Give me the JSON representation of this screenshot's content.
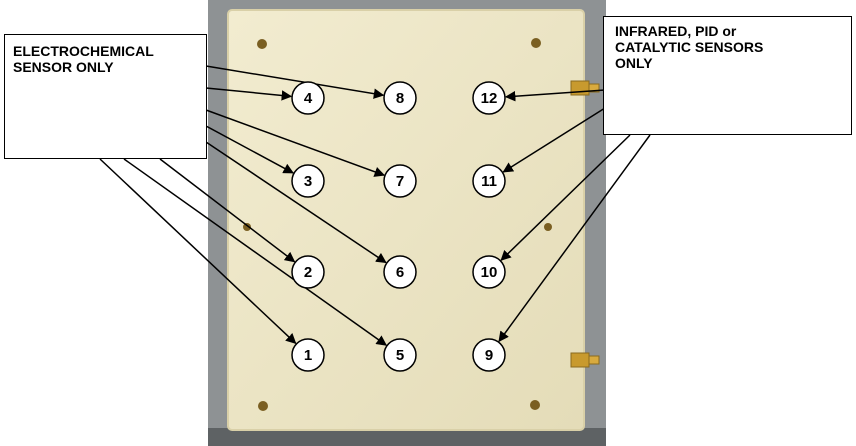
{
  "colors": {
    "plate": "#ede6c6",
    "plate_edge": "#d9d0a8",
    "background_photo": "#8e9294",
    "circle_fill": "#ffffff",
    "stroke": "#000000",
    "hole": "#7a5f22",
    "connector": "#c89a2e"
  },
  "callouts": {
    "left": {
      "lines": [
        "ELECTROCHEMICAL",
        "SENSOR ONLY"
      ]
    },
    "right": {
      "lines": [
        "INFRARED, PID or",
        "CATALYTIC SENSORS",
        "ONLY"
      ]
    }
  },
  "sensor_positions": [
    {
      "label": "1",
      "group": "electrochemical"
    },
    {
      "label": "2",
      "group": "electrochemical"
    },
    {
      "label": "3",
      "group": "electrochemical"
    },
    {
      "label": "4",
      "group": "electrochemical"
    },
    {
      "label": "5",
      "group": "electrochemical"
    },
    {
      "label": "6",
      "group": "electrochemical"
    },
    {
      "label": "7",
      "group": "electrochemical"
    },
    {
      "label": "8",
      "group": "electrochemical"
    },
    {
      "label": "9",
      "group": "infrared-pid-catalytic"
    },
    {
      "label": "10",
      "group": "infrared-pid-catalytic"
    },
    {
      "label": "11",
      "group": "infrared-pid-catalytic"
    },
    {
      "label": "12",
      "group": "infrared-pid-catalytic"
    }
  ]
}
